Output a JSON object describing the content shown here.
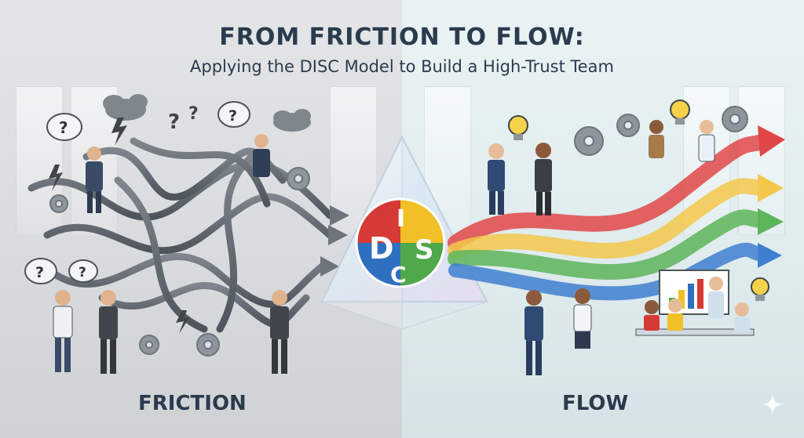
{
  "title": "FROM FRICTION TO FLOW:",
  "subtitle": "Applying the DISC Model to Build a High-Trust Team",
  "left_label": "FRICTION",
  "right_label": "FLOW",
  "disc_letters": {
    "d": "D",
    "i": "I",
    "s": "S",
    "c": "C"
  },
  "question_mark": "?",
  "colors": {
    "title": "#2b3b4e",
    "d": "#d63a35",
    "i": "#f1c026",
    "s": "#4fa84a",
    "c": "#2f6fc0"
  },
  "icons": [
    "storm-cloud-icon",
    "lightning-icon",
    "question-bubble-icon",
    "gear-icon",
    "lightbulb-icon",
    "sparkle-icon"
  ]
}
